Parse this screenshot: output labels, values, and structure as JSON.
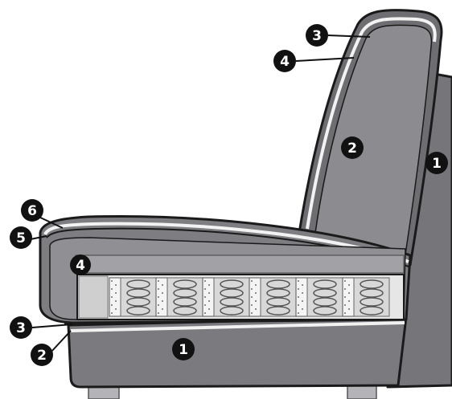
{
  "colors": {
    "frame_dark": "#6e6e73",
    "frame_mid": "#86868b",
    "cushion": "#8c8c90",
    "cushion_light": "#a2a2a6",
    "padding_white": "#f2f2f2",
    "outline": "#1a1a1a",
    "leg": "#b4b4b8"
  },
  "callouts": [
    {
      "id": "c3-back",
      "label": "3"
    },
    {
      "id": "c4-back",
      "label": "4"
    },
    {
      "id": "c2-back",
      "label": "2"
    },
    {
      "id": "c1-frame",
      "label": "1"
    },
    {
      "id": "c6-seat",
      "label": "6"
    },
    {
      "id": "c5-seat",
      "label": "5"
    },
    {
      "id": "c4-seat",
      "label": "4"
    },
    {
      "id": "c3-base",
      "label": "3"
    },
    {
      "id": "c2-base",
      "label": "2"
    },
    {
      "id": "c1-base",
      "label": "1"
    }
  ]
}
